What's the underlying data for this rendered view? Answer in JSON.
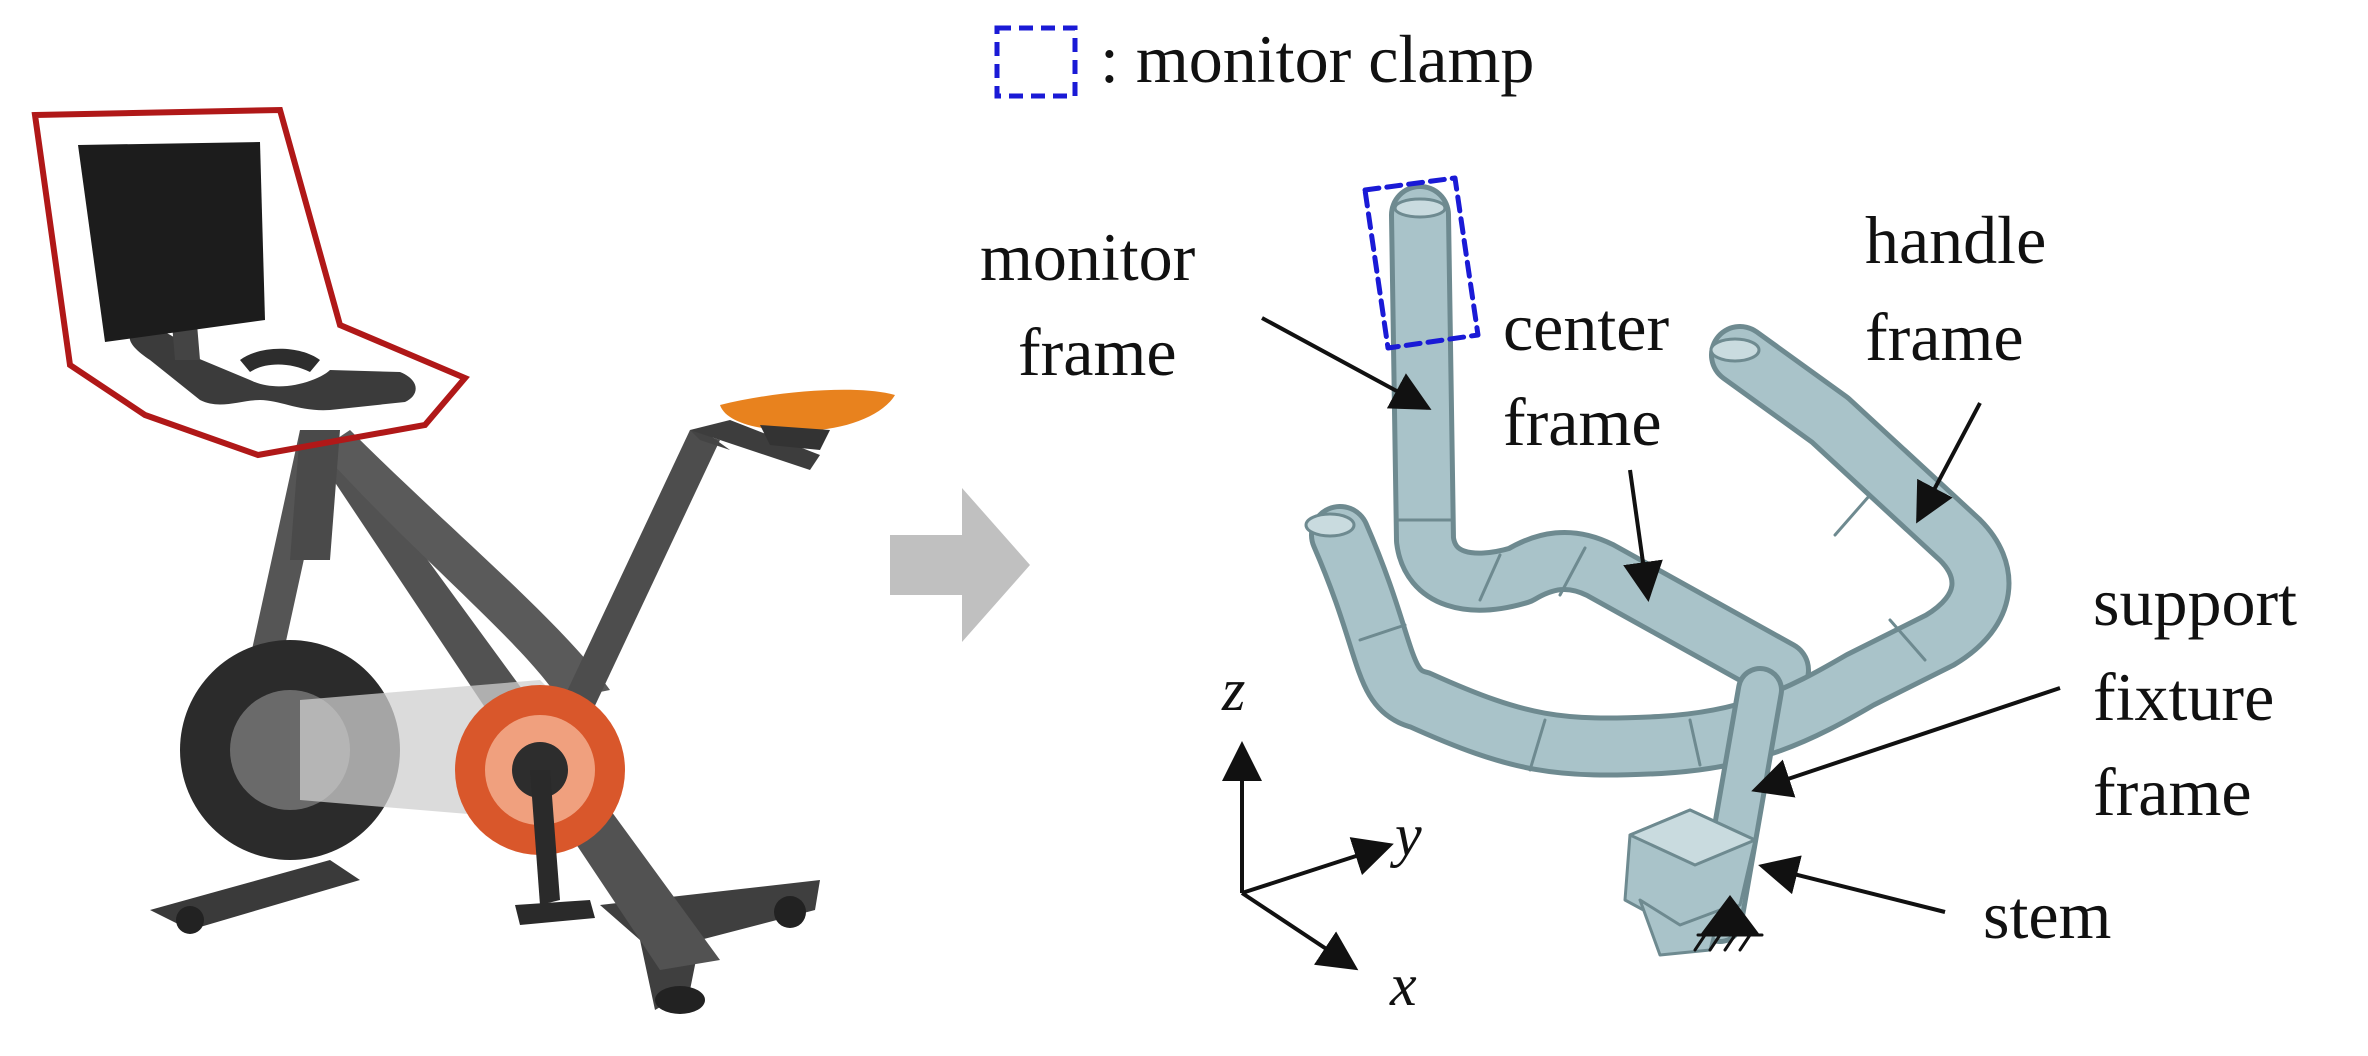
{
  "legend": {
    "symbol": "dashed-square",
    "text": ": monitor clamp"
  },
  "labels": {
    "monitor_frame": [
      "monitor",
      "frame"
    ],
    "center_frame": [
      "center",
      "frame"
    ],
    "handle_frame": [
      "handle",
      "frame"
    ],
    "support_fixture_frame": [
      "support",
      "fixture",
      "frame"
    ],
    "stem": "stem"
  },
  "axes": {
    "z": "z",
    "y": "y",
    "x": "x"
  },
  "colors": {
    "tube": "#a9c3c9",
    "tube_edge": "#6e8a90",
    "highlight_box": "#b01818",
    "clamp_dash": "#1a1ad6",
    "arrow": "#c0c0c0",
    "bike_frame": "#4a4a4a",
    "flywheel": "#2c2c2c",
    "seat": "#e8821e",
    "crank": "#d9572b"
  }
}
